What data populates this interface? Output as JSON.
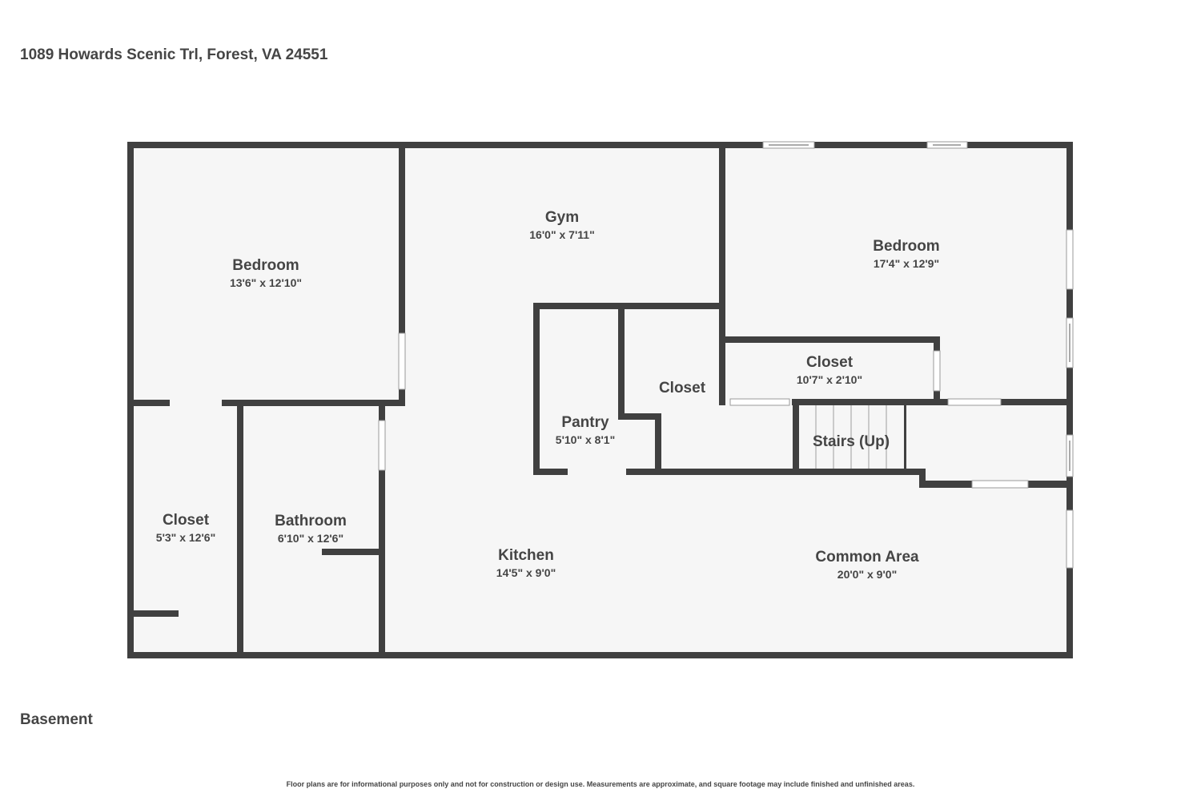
{
  "header": {
    "address": "1089 Howards Scenic Trl, Forest, VA 24551"
  },
  "floor": {
    "name": "Basement"
  },
  "footer": {
    "disclaimer": "Floor plans are for informational purposes only and not for construction or design use. Measurements are approximate, and square footage may include finished and unfinished areas."
  },
  "colors": {
    "wall": "#404040",
    "floor": "#f6f6f6",
    "text": "#454545",
    "window": "#ffffff"
  },
  "rooms": [
    {
      "name": "Bedroom",
      "dims": "13'6\" x 12'10\""
    },
    {
      "name": "Gym",
      "dims": "16'0\" x 7'11\""
    },
    {
      "name": "Bedroom",
      "dims": "17'4\" x 12'9\""
    },
    {
      "name": "Closet",
      "dims": "10'7\" x 2'10\""
    },
    {
      "name": "Closet",
      "dims": ""
    },
    {
      "name": "Pantry",
      "dims": "5'10\" x 8'1\""
    },
    {
      "name": "Stairs (Up)",
      "dims": ""
    },
    {
      "name": "Closet",
      "dims": "5'3\" x 12'6\""
    },
    {
      "name": "Bathroom",
      "dims": "6'10\" x 12'6\""
    },
    {
      "name": "Kitchen",
      "dims": "14'5\" x 9'0\""
    },
    {
      "name": "Common Area",
      "dims": "20'0\" x 9'0\""
    }
  ]
}
